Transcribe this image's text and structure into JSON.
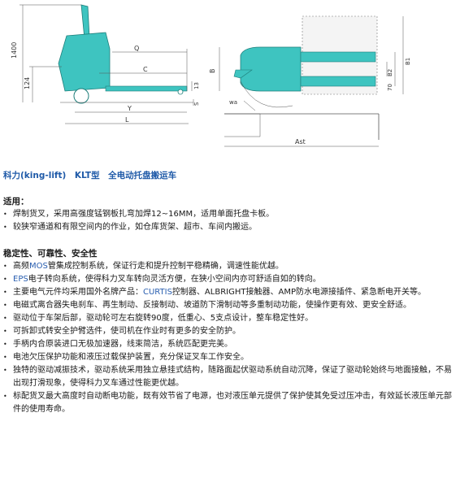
{
  "diagram": {
    "side_view_labels": {
      "height_1400": "1400",
      "dim_124": "124",
      "Q": "Q",
      "C": "C",
      "Y": "Y",
      "L": "L",
      "h13": "13",
      "S": "S"
    },
    "top_view_labels": {
      "B": "B",
      "B2": "B2",
      "B1": "B1",
      "dim_70": "70",
      "wa": "wa",
      "Ast": "Ast"
    }
  },
  "title": "科力(king-lift)　KLT型　全电动托盘搬运车",
  "sections": [
    {
      "heading": "适用：",
      "items": [
        {
          "pre": "焊制货叉，采用高强度锰钢板扎弯加焊12~16MM，适用单面托盘卡板。",
          "hl": "",
          "post": ""
        },
        {
          "pre": "较狭窄通道和有限空间内的作业，如仓库货架、超市、车间内搬运。",
          "hl": "",
          "post": ""
        }
      ]
    },
    {
      "heading": "稳定性、可靠性、安全性",
      "items": [
        {
          "pre": "高频",
          "hl": "MOS",
          "post": "管集成控制系统，保证行走和提升控制平稳精确，调速性能优越。"
        },
        {
          "pre": "",
          "hl": "EPS",
          "post": "电子转向系统，使得科力叉车转向灵活方便，在狭小空间内亦可舒适自如的转向。"
        },
        {
          "pre": "主要电气元件均采用国外名牌产品：",
          "hl": "CURTIS",
          "post": "控制器、ALBRIGHT接触器、AMP防水电源接插件、紧急断电开关等。"
        },
        {
          "pre": "电磁式离合器失电刹车、再生制动、反接制动、坡道防下滑制动等多重制动功能，使操作更有效、更安全舒适。",
          "hl": "",
          "post": ""
        },
        {
          "pre": "驱动位于车架后部，驱动轮可左右旋转90度，低重心、5支点设计，整车稳定性好。",
          "hl": "",
          "post": ""
        },
        {
          "pre": "可拆卸式转安全护臂选件，使司机在作业时有更多的安全防护。",
          "hl": "",
          "post": ""
        },
        {
          "pre": "手柄内合原装进口无极加速器，线束简洁，系统匹配更完美。",
          "hl": "",
          "post": ""
        },
        {
          "pre": "电池欠压保护功能和液压过载保护装置，充分保证叉车工作安全。",
          "hl": "",
          "post": ""
        },
        {
          "pre": "独特的驱动减振技术，驱动系统采用独立悬挂式结构，随路面起伏驱动系统自动沉降，保证了驱动轮始终与地面接触，不易出现打滑现象，使得科力叉车通过性能更优越。",
          "hl": "",
          "post": ""
        },
        {
          "pre": "标配货叉最大高度时自动断电功能，既有效节省了电源，也对液压单元提供了保护使其免受过压冲击，有效延长液压单元部件的使用寿命。",
          "hl": "",
          "post": ""
        }
      ]
    }
  ],
  "colors": {
    "accent": "#1f5aa8",
    "machine": "#3ec4c0",
    "dim": "#555555"
  },
  "bullet_glyph": "•"
}
